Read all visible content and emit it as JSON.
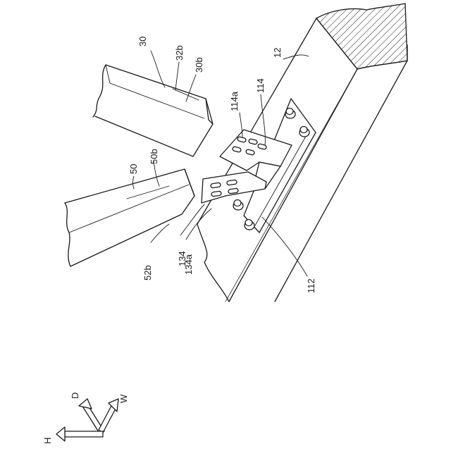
{
  "labels": {
    "l30": "30",
    "l32b": "32b",
    "l30b": "30b",
    "l12": "12",
    "l114a": "114a",
    "l114": "114",
    "l50": "50",
    "l50b": "50b",
    "l134": "134",
    "l134a": "134a",
    "l52b": "52b",
    "l112": "112"
  },
  "axes": {
    "d": "D",
    "w": "W",
    "h": "H"
  }
}
